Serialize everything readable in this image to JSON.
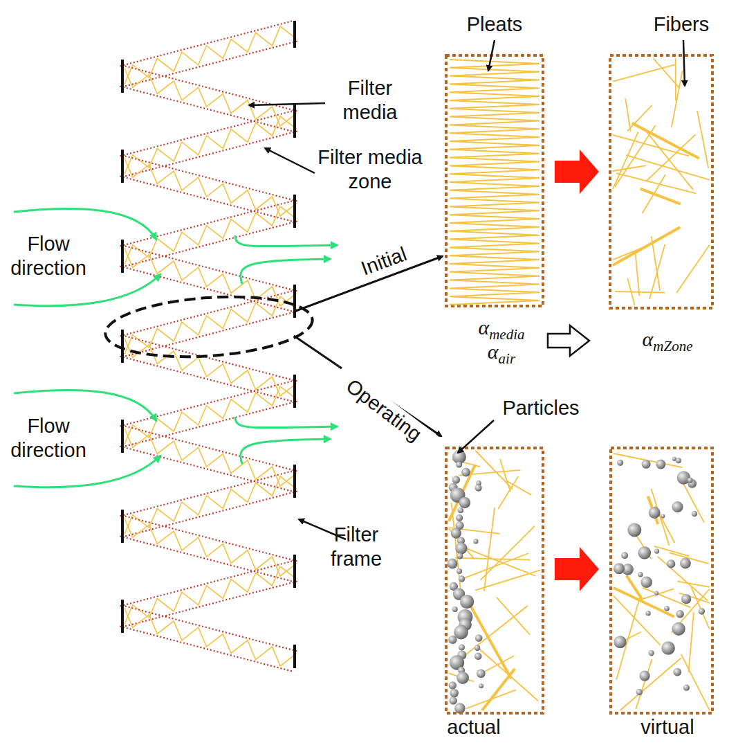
{
  "diagram": {
    "labels": [
      "Pleats",
      "Fibers",
      "Filter media",
      "Filter media zone",
      "Flow direction",
      "Flow direction",
      "Initial",
      "Operating",
      "αmedia",
      "αair",
      "αmZone",
      "Particles",
      "Filter frame",
      "actual",
      "virtual"
    ]
  }
}
